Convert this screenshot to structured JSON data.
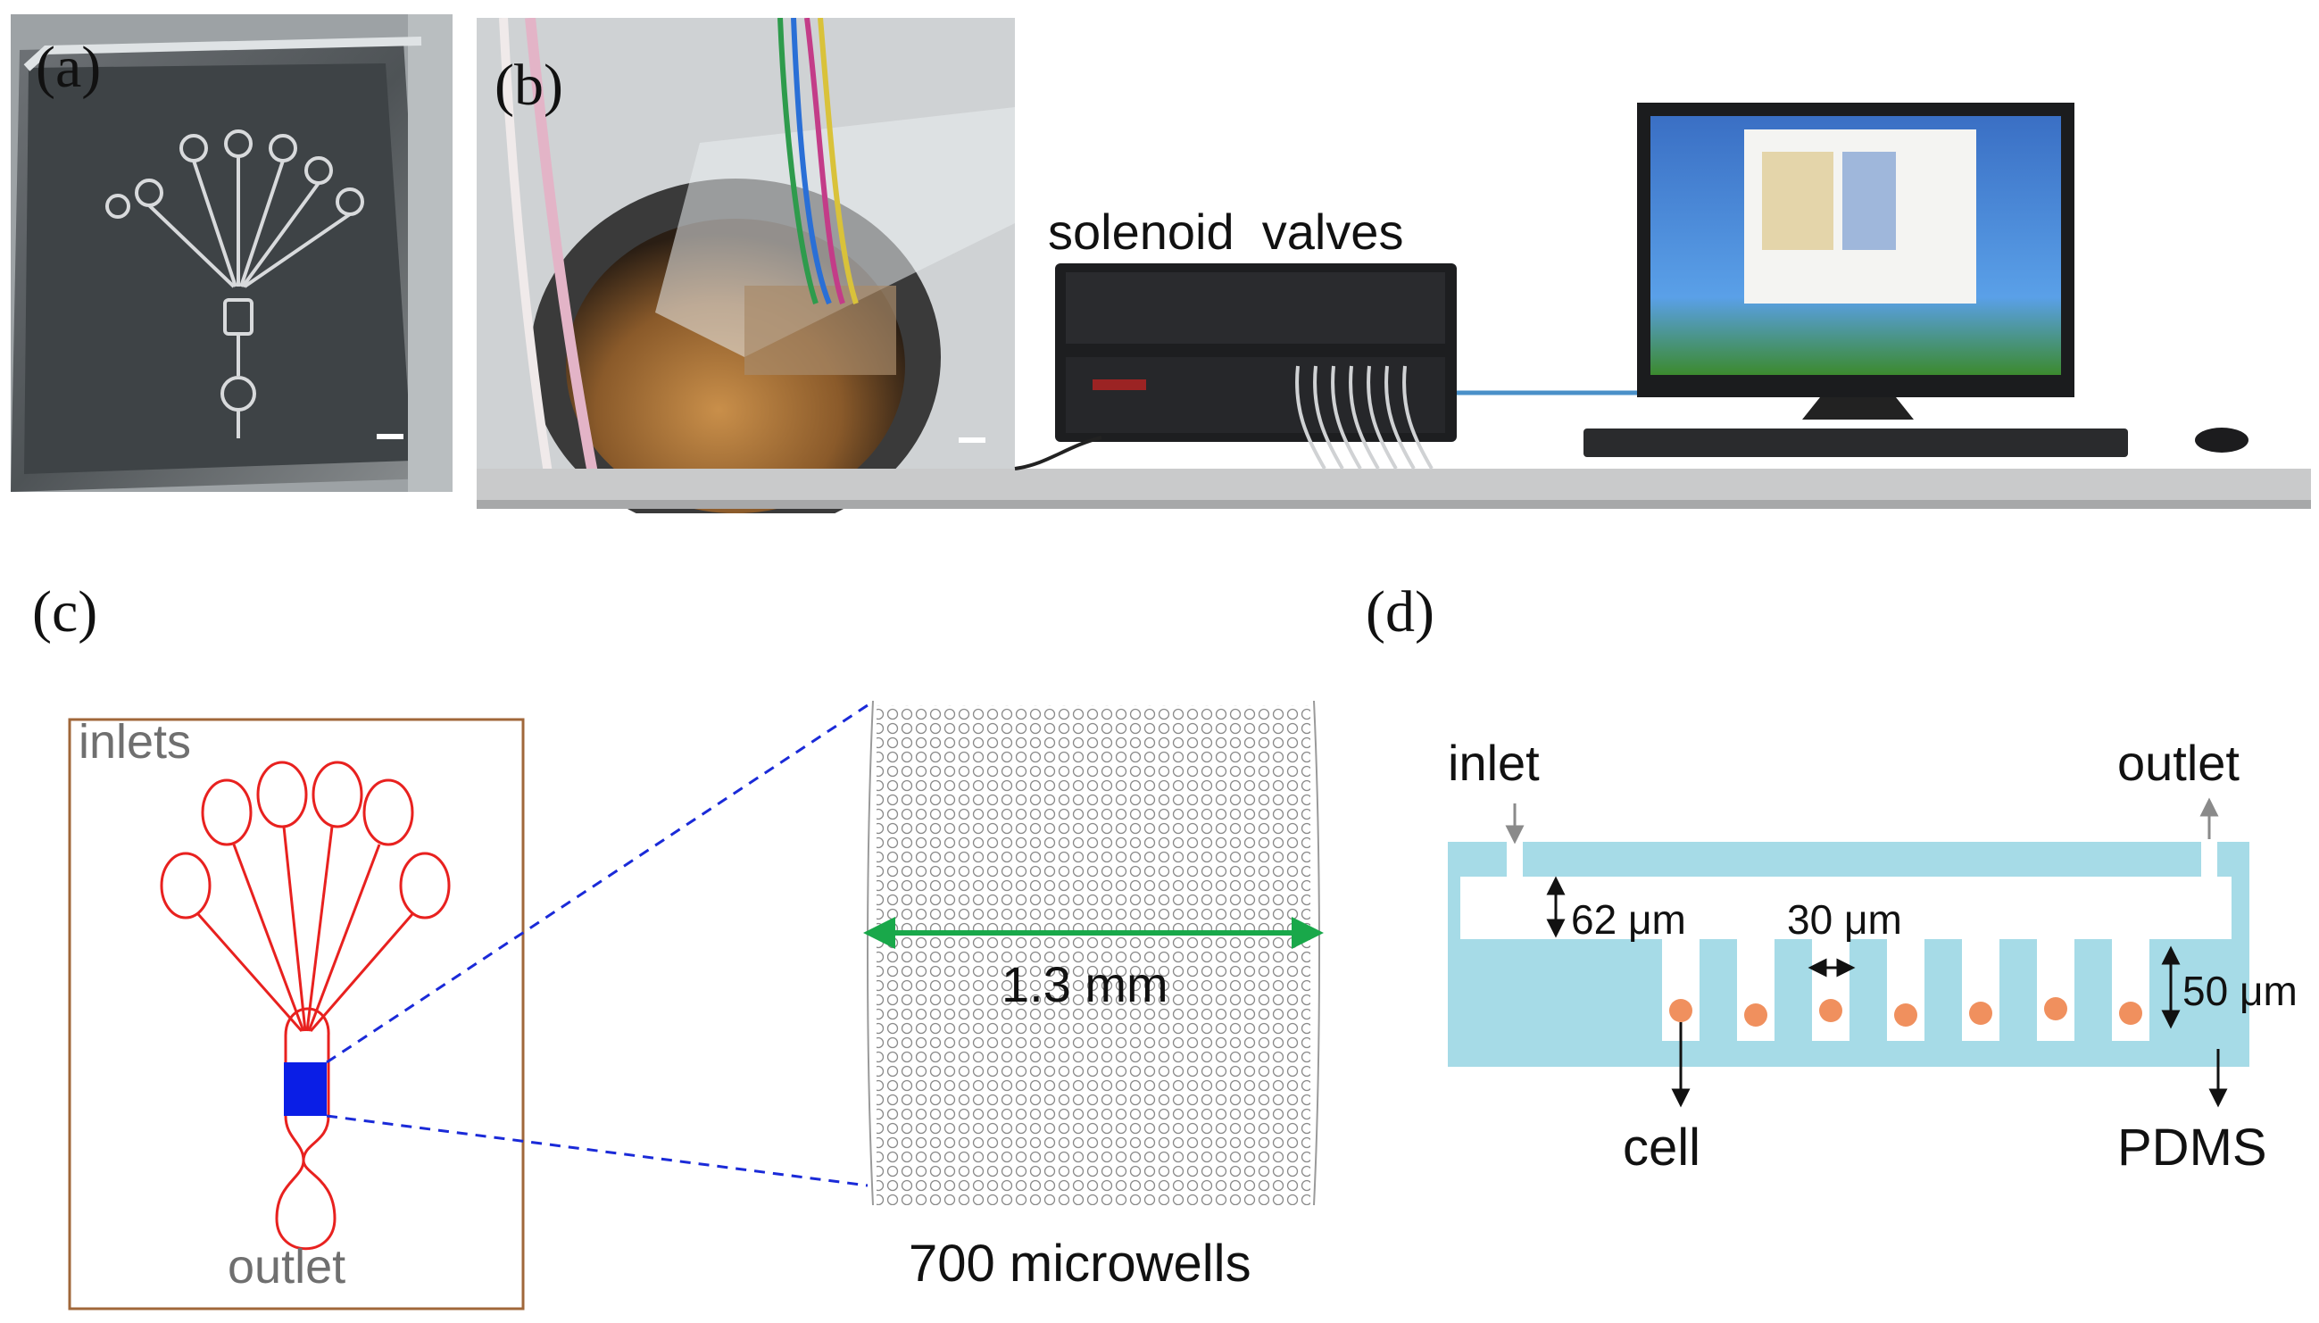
{
  "panels": {
    "a": {
      "label": "(a)"
    },
    "b": {
      "label": "(b)"
    },
    "c": {
      "label": "(c)",
      "inlets_label": "inlets",
      "outlet_label": "outlet",
      "dimension_label": "1.3 mm",
      "microwells_label": "700 microwells"
    },
    "d": {
      "label": "(d)",
      "inlet_label": "inlet",
      "outlet_label": "outlet",
      "height_label": "62 μm",
      "gap_label": "30 μm",
      "depth_label": "50 μm",
      "cell_label": "cell",
      "pdms_label": "PDMS"
    }
  },
  "setup": {
    "valves_label": "solenoid  valves"
  },
  "colors": {
    "channel_red": "#e8211f",
    "chamber_blue": "#0a1ee6",
    "dashed_blue": "#1a2ad8",
    "green_arrow": "#19a84a",
    "pdms_cyan": "#a6dbe7",
    "cell_orange": "#f0905e",
    "frame_brown": "#a0673a"
  }
}
